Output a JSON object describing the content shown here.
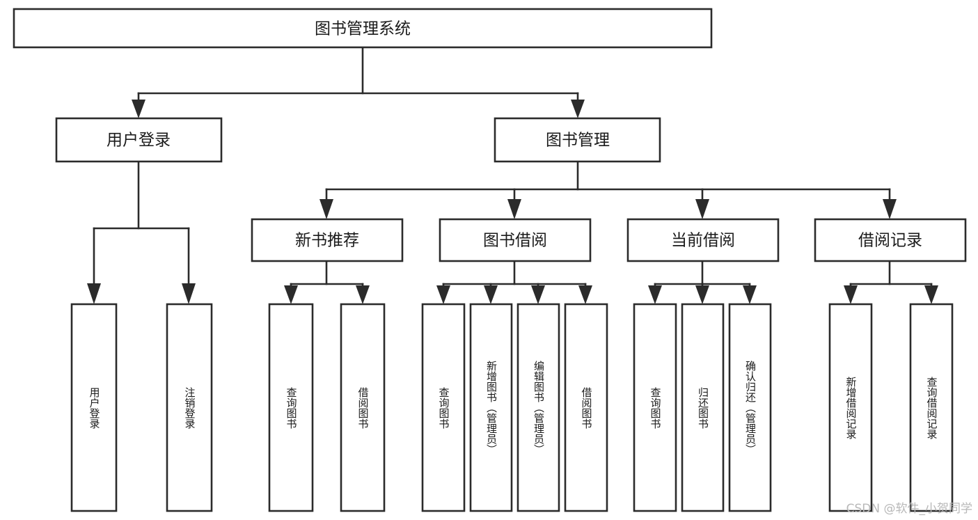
{
  "diagram": {
    "type": "tree-flowchart",
    "title_node": {
      "label": "图书管理系统"
    },
    "level2": [
      {
        "id": "user-login",
        "label": "用户登录"
      },
      {
        "id": "book-management",
        "label": "图书管理"
      }
    ],
    "level3": [
      {
        "id": "new-book-recommend",
        "label": "新书推荐"
      },
      {
        "id": "book-borrow",
        "label": "图书借阅"
      },
      {
        "id": "current-borrow",
        "label": "当前借阅"
      },
      {
        "id": "borrow-record",
        "label": "借阅记录"
      }
    ],
    "leaves": {
      "user-login": [
        {
          "id": "leaf-user-login",
          "label": "用户登录"
        },
        {
          "id": "leaf-logout",
          "label": "注销登录"
        }
      ],
      "new-book-recommend": [
        {
          "id": "leaf-query-book-1",
          "label": "查询图书"
        },
        {
          "id": "leaf-borrow-book-1",
          "label": "借阅图书"
        }
      ],
      "book-borrow": [
        {
          "id": "leaf-query-book-2",
          "label": "查询图书"
        },
        {
          "id": "leaf-add-book",
          "label": "新增图书（管理员）"
        },
        {
          "id": "leaf-edit-book",
          "label": "编辑图书（管理员）"
        },
        {
          "id": "leaf-borrow-book-2",
          "label": "借阅图书"
        }
      ],
      "current-borrow": [
        {
          "id": "leaf-query-book-3",
          "label": "查询图书"
        },
        {
          "id": "leaf-return-book",
          "label": "归还图书"
        },
        {
          "id": "leaf-confirm-return",
          "label": "确认归还（管理员）"
        }
      ],
      "borrow-record": [
        {
          "id": "leaf-add-record",
          "label": "新增借阅记录"
        },
        {
          "id": "leaf-query-record",
          "label": "查询借阅记录"
        }
      ]
    },
    "colors": {
      "stroke": "#2b2b2b",
      "fill": "#ffffff",
      "text": "#1a1a1a",
      "watermark": "#b8b8b8"
    }
  },
  "watermark": {
    "text": "CSDN @软件_小贺同学"
  }
}
